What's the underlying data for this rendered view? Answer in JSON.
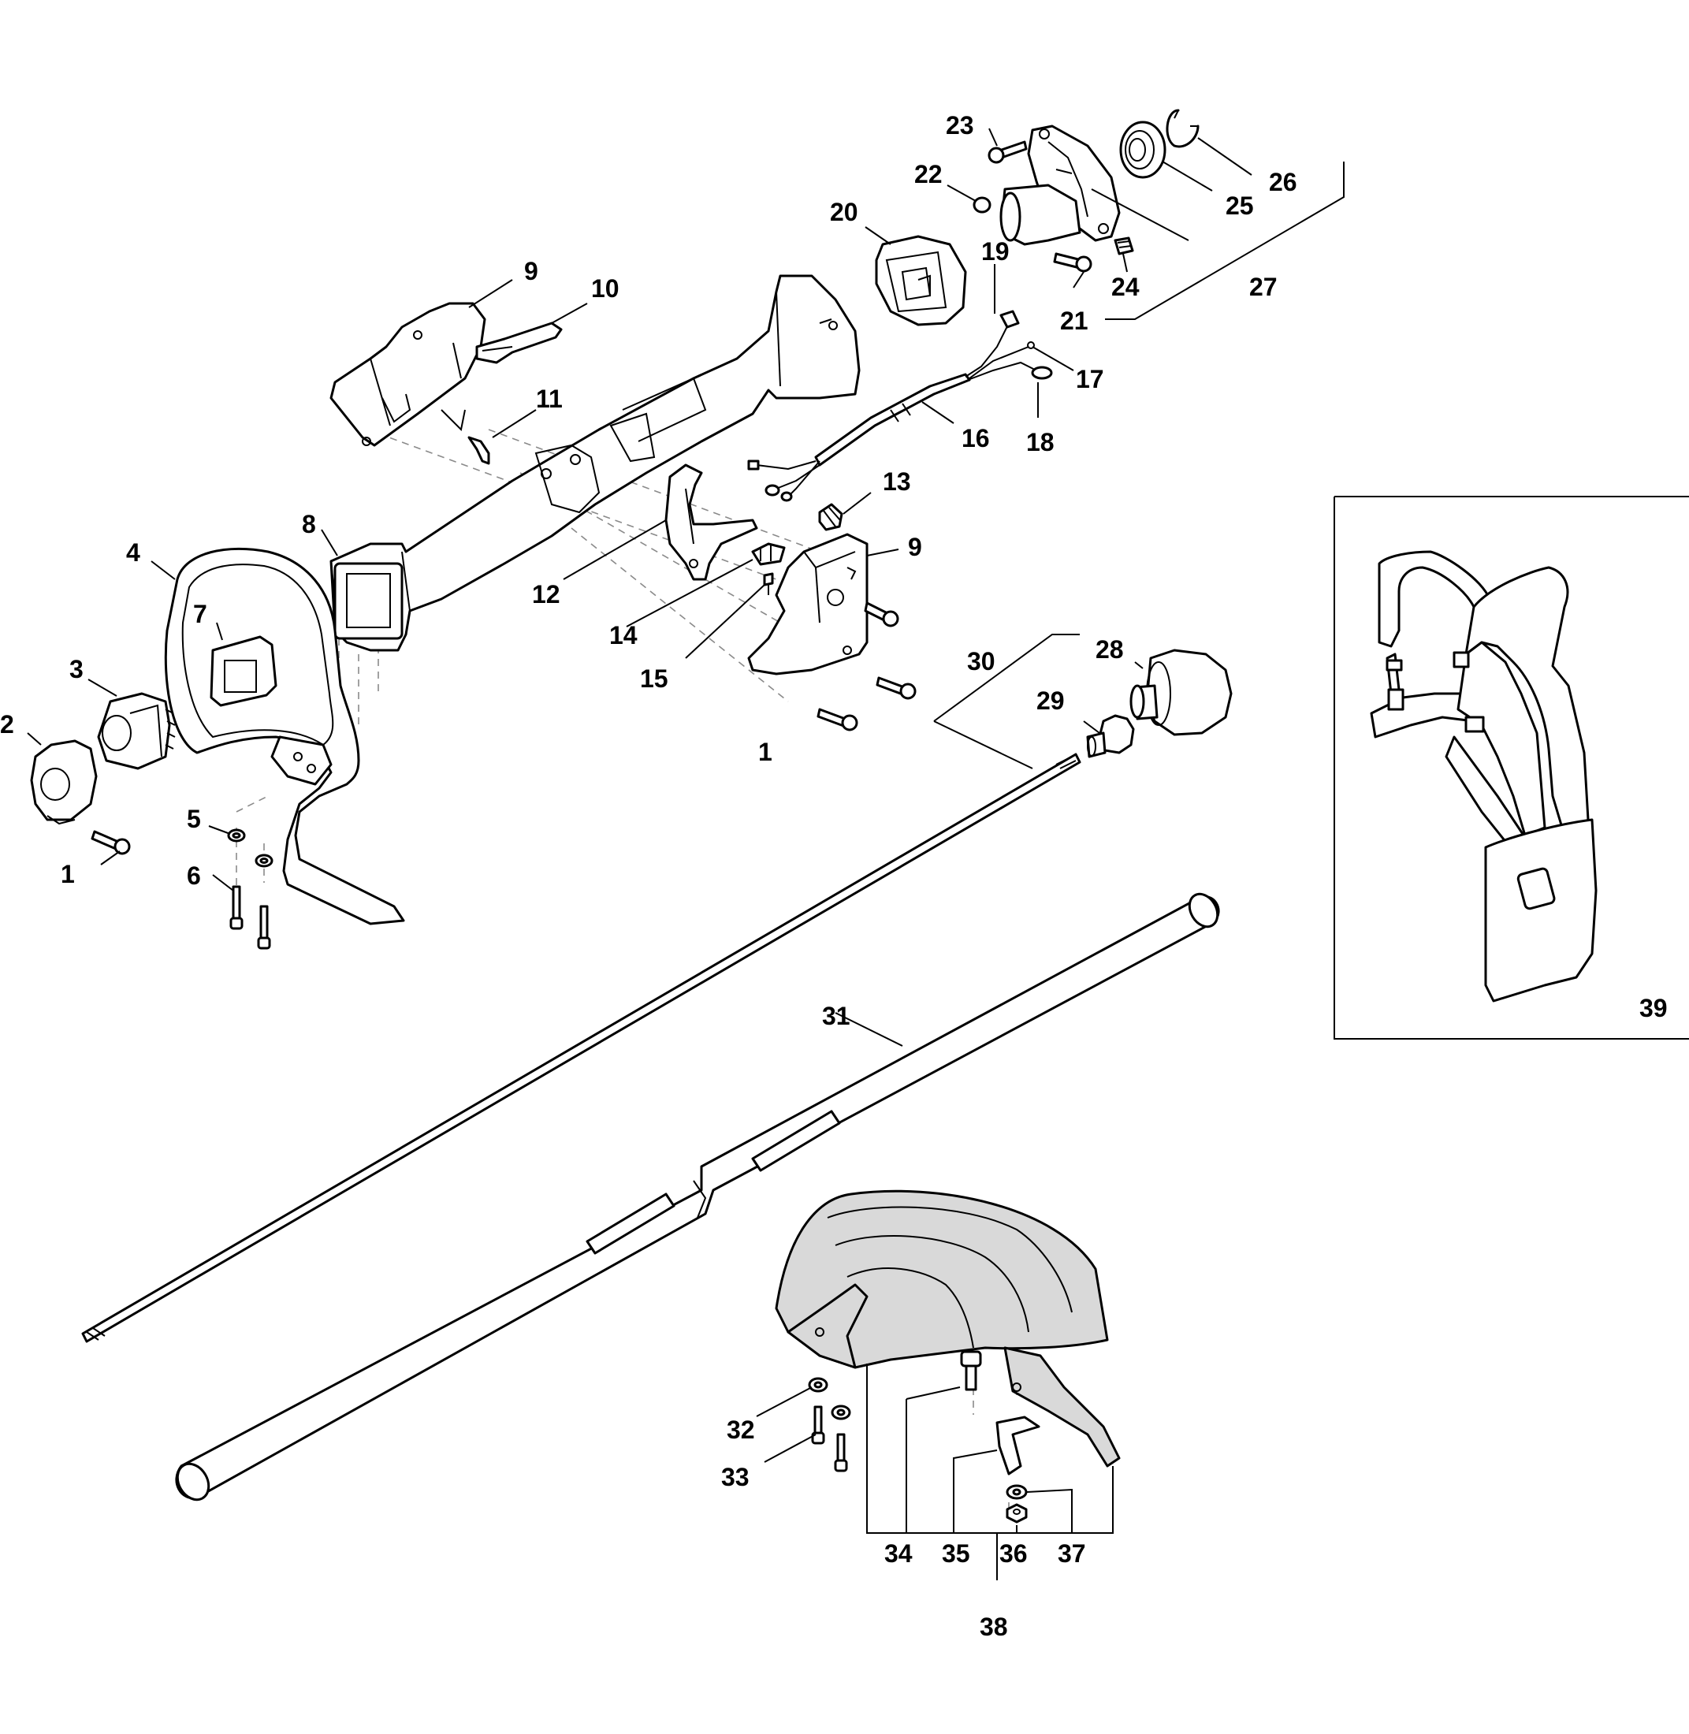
{
  "callouts": {
    "c1a": "1",
    "c1b": "1",
    "c2": "2",
    "c3": "3",
    "c4": "4",
    "c5": "5",
    "c6": "6",
    "c7": "7",
    "c8": "8",
    "c9a": "9",
    "c9b": "9",
    "c10": "10",
    "c11": "11",
    "c12": "12",
    "c13": "13",
    "c14": "14",
    "c15": "15",
    "c16": "16",
    "c17": "17",
    "c18": "18",
    "c19": "19",
    "c20": "20",
    "c21": "21",
    "c22": "22",
    "c23": "23",
    "c24": "24",
    "c25": "25",
    "c26": "26",
    "c27": "27",
    "c28": "28",
    "c29": "29",
    "c30": "30",
    "c31": "31",
    "c32": "32",
    "c33": "33",
    "c34": "34",
    "c35": "35",
    "c36": "36",
    "c37": "37",
    "c38": "38",
    "c39": "39"
  }
}
